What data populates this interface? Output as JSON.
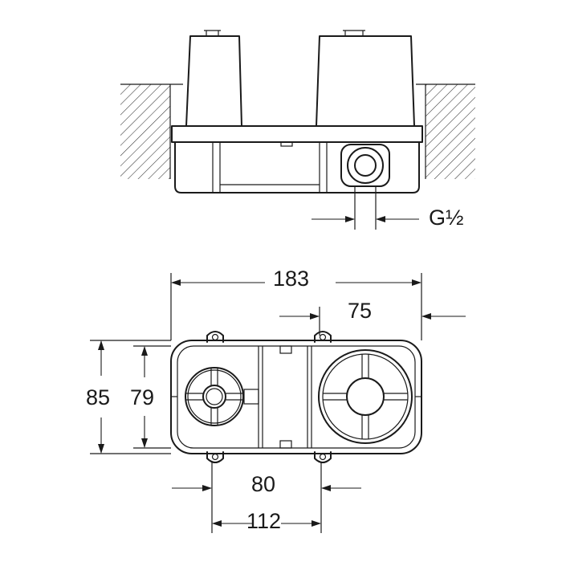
{
  "colors": {
    "line": "#1a1a1a",
    "background": "#ffffff"
  },
  "front_view": {
    "thread_label": "G½"
  },
  "plan_view": {
    "dimensions": {
      "overall_length": "183",
      "right_offset": "75",
      "outer_height": "85",
      "inner_height": "79",
      "left_hole_spacing": "80",
      "outer_hole_spacing": "112"
    }
  }
}
